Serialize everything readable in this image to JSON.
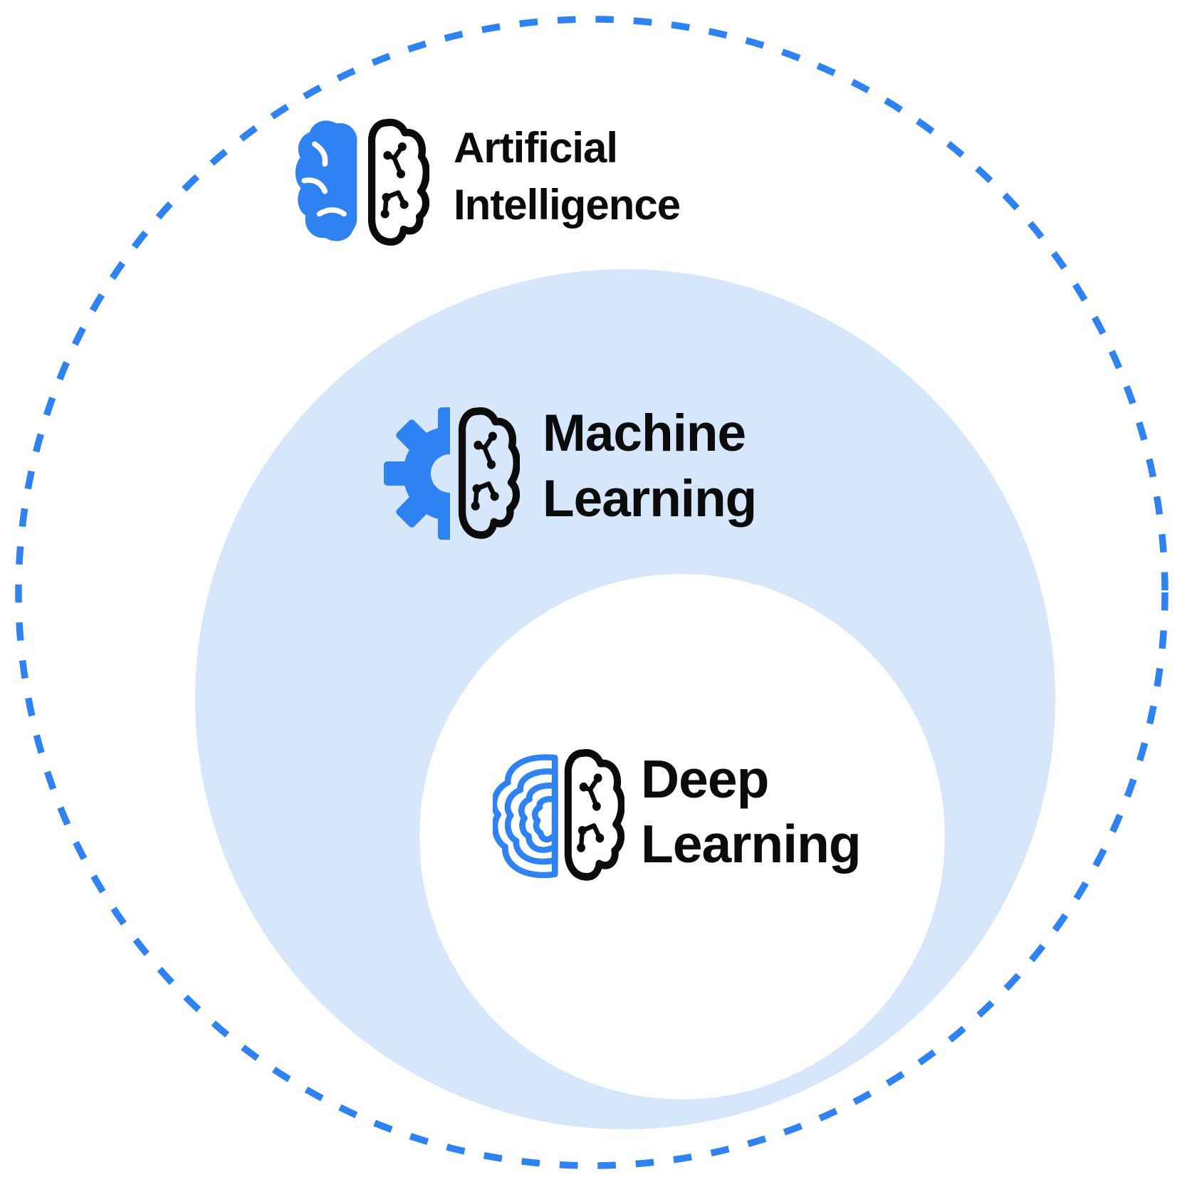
{
  "diagram": {
    "type": "nested-euler",
    "description": "Deep Learning inside Machine Learning inside Artificial Intelligence",
    "colors": {
      "accent_blue": "#2E82F2",
      "ring_fill": "#D6E6FB",
      "inner_fill": "#FFFFFF",
      "text": "#0B0B0B",
      "background": "#FFFFFF"
    },
    "rings": [
      {
        "name": "artificial-intelligence",
        "label": {
          "line1": "Artificial",
          "line2": "Intelligence"
        },
        "icon": "half-brain-circuit-icon",
        "ring_style": "dashed-outline"
      },
      {
        "name": "machine-learning",
        "label": {
          "line1": "Machine",
          "line2": "Learning"
        },
        "icon": "gear-half-brain-icon",
        "ring_style": "filled-light-blue"
      },
      {
        "name": "deep-learning",
        "label": {
          "line1": "Deep",
          "line2": "Learning"
        },
        "icon": "layered-half-brain-icon",
        "ring_style": "filled-white"
      }
    ]
  }
}
